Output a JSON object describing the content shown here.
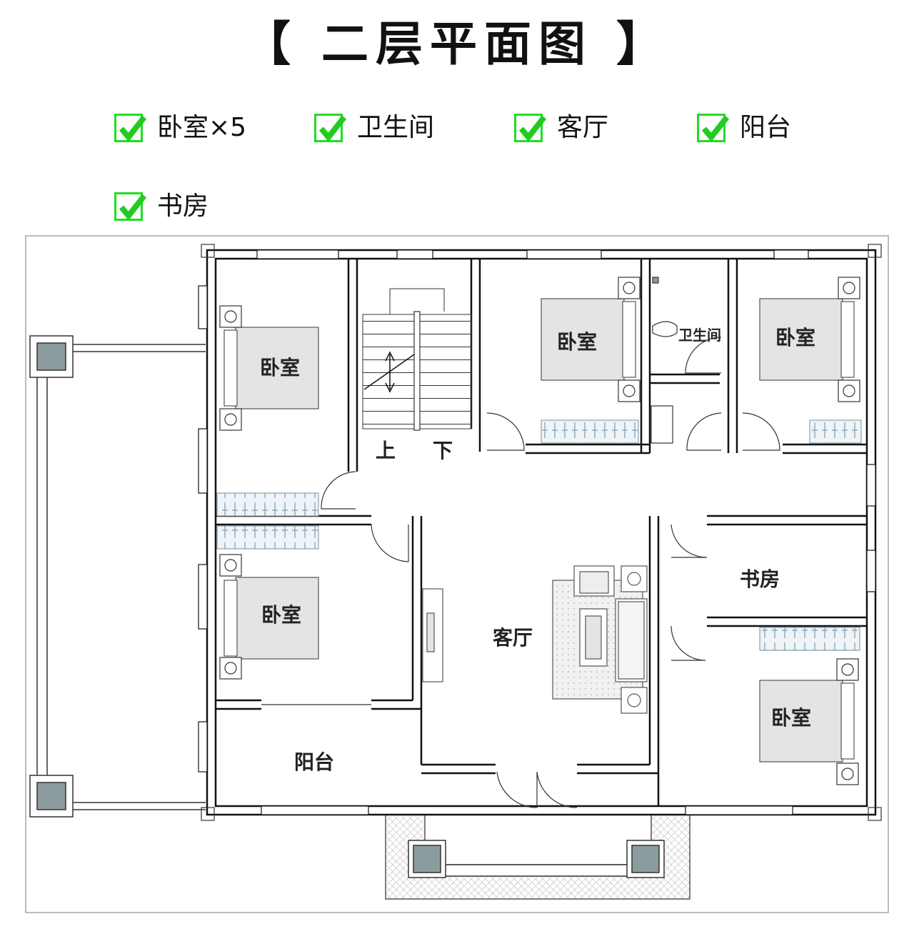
{
  "title": "【 二层平面图 】",
  "features": [
    {
      "label": "卧室×5"
    },
    {
      "label": "卫生间"
    },
    {
      "label": "客厅"
    },
    {
      "label": "阳台"
    },
    {
      "label": "书房"
    }
  ],
  "rooms": {
    "bedroom": "卧室",
    "bathroom": "卫生间",
    "living_room": "客厅",
    "balcony": "阳台",
    "study": "书房"
  },
  "stairs": {
    "up": "上",
    "down": "下"
  },
  "colors": {
    "check": "#22dd22",
    "wall": "#111111",
    "column": "#8c9c9e",
    "bed_fill": "#e4e4e4"
  }
}
